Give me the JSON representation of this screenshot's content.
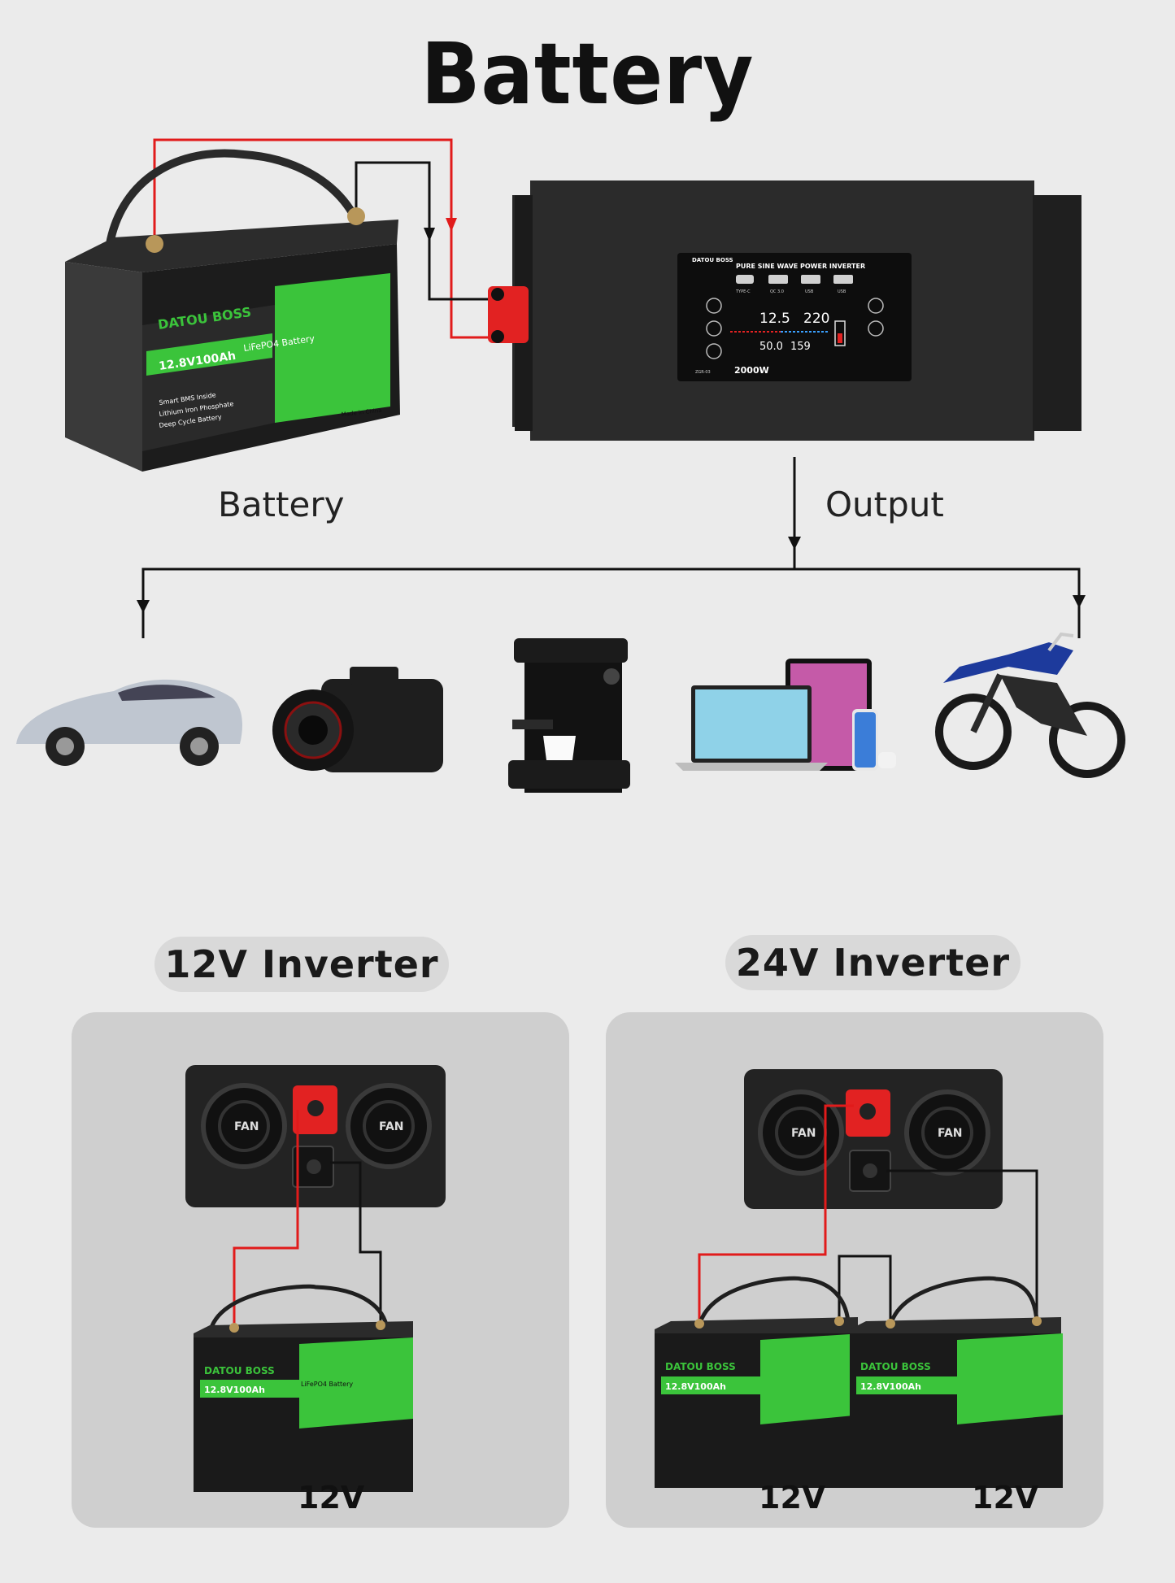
{
  "title": "Battery",
  "labels": {
    "battery": "Battery",
    "output": "Output"
  },
  "battery_label": {
    "brand": "DATOU BOSS",
    "capacity": "12.8V100Ah",
    "chemistry": "LiFePO4 Battery",
    "lines": [
      "Smart BMS Inside",
      "Lithium Iron Phosphate",
      "Deep Cycle Battery"
    ],
    "made_in": "Made in China"
  },
  "inverter_display": {
    "brand": "DATOU BOSS",
    "heading": "PURE SINE WAVE POWER INVERTER",
    "ports": [
      "TYPE-C",
      "QC 3.0",
      "USB",
      "USB"
    ],
    "input_voltage": "12.5",
    "output_voltage": "220",
    "frequency": "50.0",
    "output_power": "159",
    "model": "ZGR-03",
    "power": "2000W"
  },
  "devices": [
    {
      "name": "car"
    },
    {
      "name": "camera"
    },
    {
      "name": "coffee-machine"
    },
    {
      "name": "laptop-tablet-phone"
    },
    {
      "name": "motorcycle"
    }
  ],
  "sections": [
    {
      "title": "12V Inverter",
      "volt_labels": [
        "12V"
      ]
    },
    {
      "title": "24V Inverter",
      "volt_labels": [
        "12V",
        "12V"
      ]
    }
  ],
  "fan_label": "FAN",
  "colors": {
    "positive_wire": "#e11b1b",
    "negative_wire": "#111111",
    "battery_green": "#3bc43b",
    "panel_bg": "#cfcfcf",
    "pill_bg": "#d9d9d9"
  }
}
